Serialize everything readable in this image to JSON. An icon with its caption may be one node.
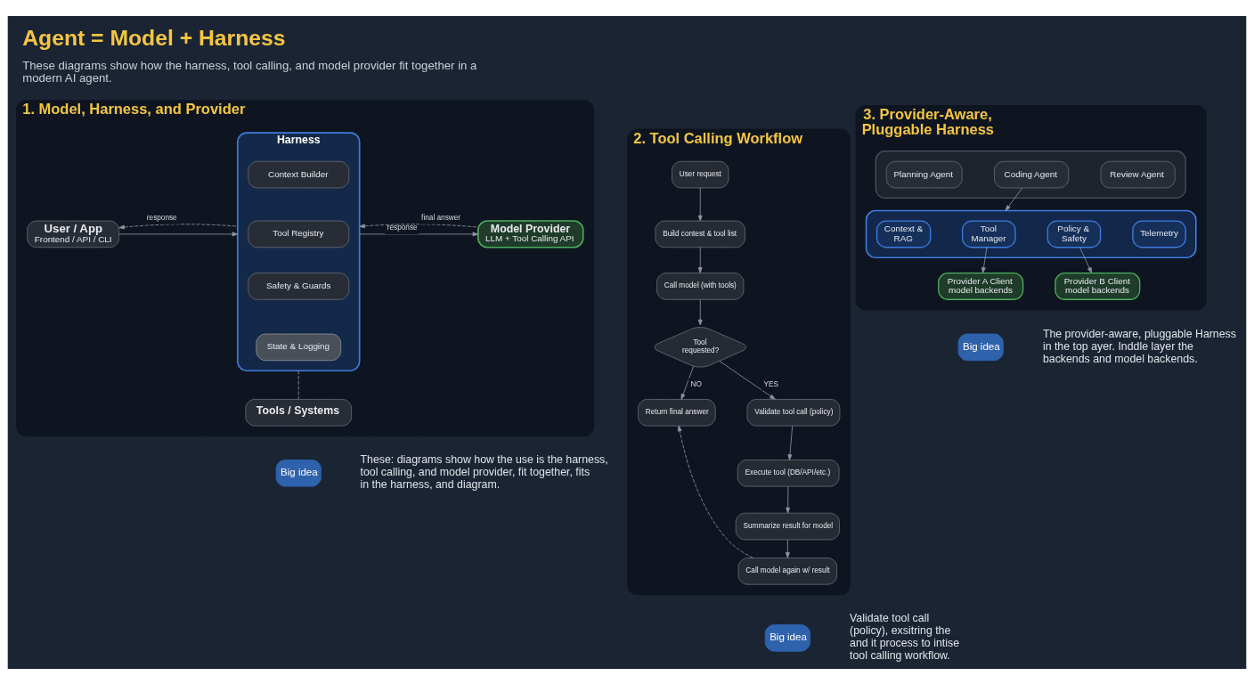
{
  "diagram": {
    "title": "Agent = Model + Harness",
    "caption": "These diagrams show how the harness, tool calling, and model provider fit together in a modern AI agent.",
    "nodes": [
      {
        "text": [
          "1. Model, Harness, and Provider"
        ]
      },
      {
        "text": [
          "User / App",
          "Frontend / API / CLI"
        ],
        "in": 0
      },
      {
        "text": [
          "Harness"
        ],
        "in": 0
      },
      {
        "text": [
          "Context Builder"
        ],
        "in": 2
      },
      {
        "text": [
          "Tool Registry"
        ],
        "in": 2
      },
      {
        "text": [
          "Safety & Guards"
        ],
        "in": 2
      },
      {
        "text": [
          "State & Logging"
        ],
        "in": 2
      },
      {
        "text": [
          "Model Provider",
          "LLM + Tool Calling API"
        ],
        "in": 0
      },
      {
        "text": [
          "Tools / Systems"
        ],
        "in": 0
      },
      {
        "text": [
          "Big idea"
        ],
        "beside": [
          "These: diagrams show how the use is the harness, tool calling, and model provider, fit together, fits in the harness, and diagram."
        ]
      },
      {
        "text": [
          "2. Tool Calling Workflow"
        ]
      },
      {
        "text": [
          "User request"
        ],
        "in": 10
      },
      {
        "text": [
          "Build contest & tool list"
        ],
        "in": 10
      },
      {
        "text": [
          "Call model (with tools)"
        ],
        "in": 10
      },
      {
        "text": [
          "Tool requested?"
        ],
        "in": 10
      },
      {
        "text": [
          "Return final answer"
        ],
        "in": 10
      },
      {
        "text": [
          "Validate tool call (policy)"
        ],
        "in": 10
      },
      {
        "text": [
          "Execute tool (DB/API/etc.)"
        ],
        "in": 10
      },
      {
        "text": [
          "Summarize result for model"
        ],
        "in": 10
      },
      {
        "text": [
          "Call model again w/ result"
        ],
        "in": 10
      },
      {
        "text": [
          "Big idea"
        ],
        "beside": [
          "Validate tool call (policy), exsitring the and it process to intise tool calling workflow."
        ]
      },
      {
        "text": [
          "3. Provider-Aware, Pluggable Harness"
        ]
      },
      {
        "text": [],
        "shape": "box",
        "in": 21
      },
      {
        "text": [
          "Planning Agent"
        ],
        "in": 22
      },
      {
        "text": [
          "Coding Agent"
        ],
        "in": 22
      },
      {
        "text": [
          "Review Agent"
        ],
        "in": 22
      },
      {
        "text": [],
        "shape": "box",
        "in": 21
      },
      {
        "text": [
          "Context & RAG"
        ],
        "in": 26
      },
      {
        "text": [
          "Tool Manager"
        ],
        "in": 26
      },
      {
        "text": [
          "Policy & Safety"
        ],
        "in": 26
      },
      {
        "text": [
          "Telemetry"
        ],
        "in": 26
      },
      {
        "text": [
          "Provider A Client model backends"
        ],
        "in": 21
      },
      {
        "text": [
          "Provider B Client model backends"
        ],
        "in": 21
      },
      {
        "text": [
          "Big idea"
        ],
        "beside": [
          "The provider-aware, pluggable Harness in the top ayer. Inddle layer the backends and model backends."
        ]
      }
    ],
    "edges": [
      {
        "from": 1,
        "to": 2,
        "arrow": "to"
      },
      {
        "from": 2,
        "to": 1,
        "arrow": "to",
        "label": "response",
        "style": "dashed"
      },
      {
        "from": 2,
        "to": 7,
        "arrow": "to",
        "label": "response"
      },
      {
        "from": 7,
        "to": 2,
        "arrow": "to",
        "label": "final answer",
        "style": "dashed"
      },
      {
        "from": 2,
        "to": 8,
        "arrow": "none",
        "style": "dashed"
      },
      {
        "from": 11,
        "to": 12,
        "arrow": "to"
      },
      {
        "from": 12,
        "to": 13,
        "arrow": "to"
      },
      {
        "from": 13,
        "to": 14,
        "arrow": "to"
      },
      {
        "from": 14,
        "to": 15,
        "arrow": "to",
        "label": "NO"
      },
      {
        "from": 14,
        "to": 16,
        "arrow": "to",
        "label": "YES"
      },
      {
        "from": 16,
        "to": 17,
        "arrow": "to"
      },
      {
        "from": 17,
        "to": 18,
        "arrow": "to"
      },
      {
        "from": 18,
        "to": 19,
        "arrow": "to"
      },
      {
        "from": 19,
        "to": 15,
        "arrow": "to",
        "style": "dashed"
      },
      {
        "from": 24,
        "to": 26,
        "arrow": "to"
      },
      {
        "from": 28,
        "to": 31,
        "arrow": "to"
      },
      {
        "from": 29,
        "to": 32,
        "arrow": "to"
      }
    ]
  }
}
